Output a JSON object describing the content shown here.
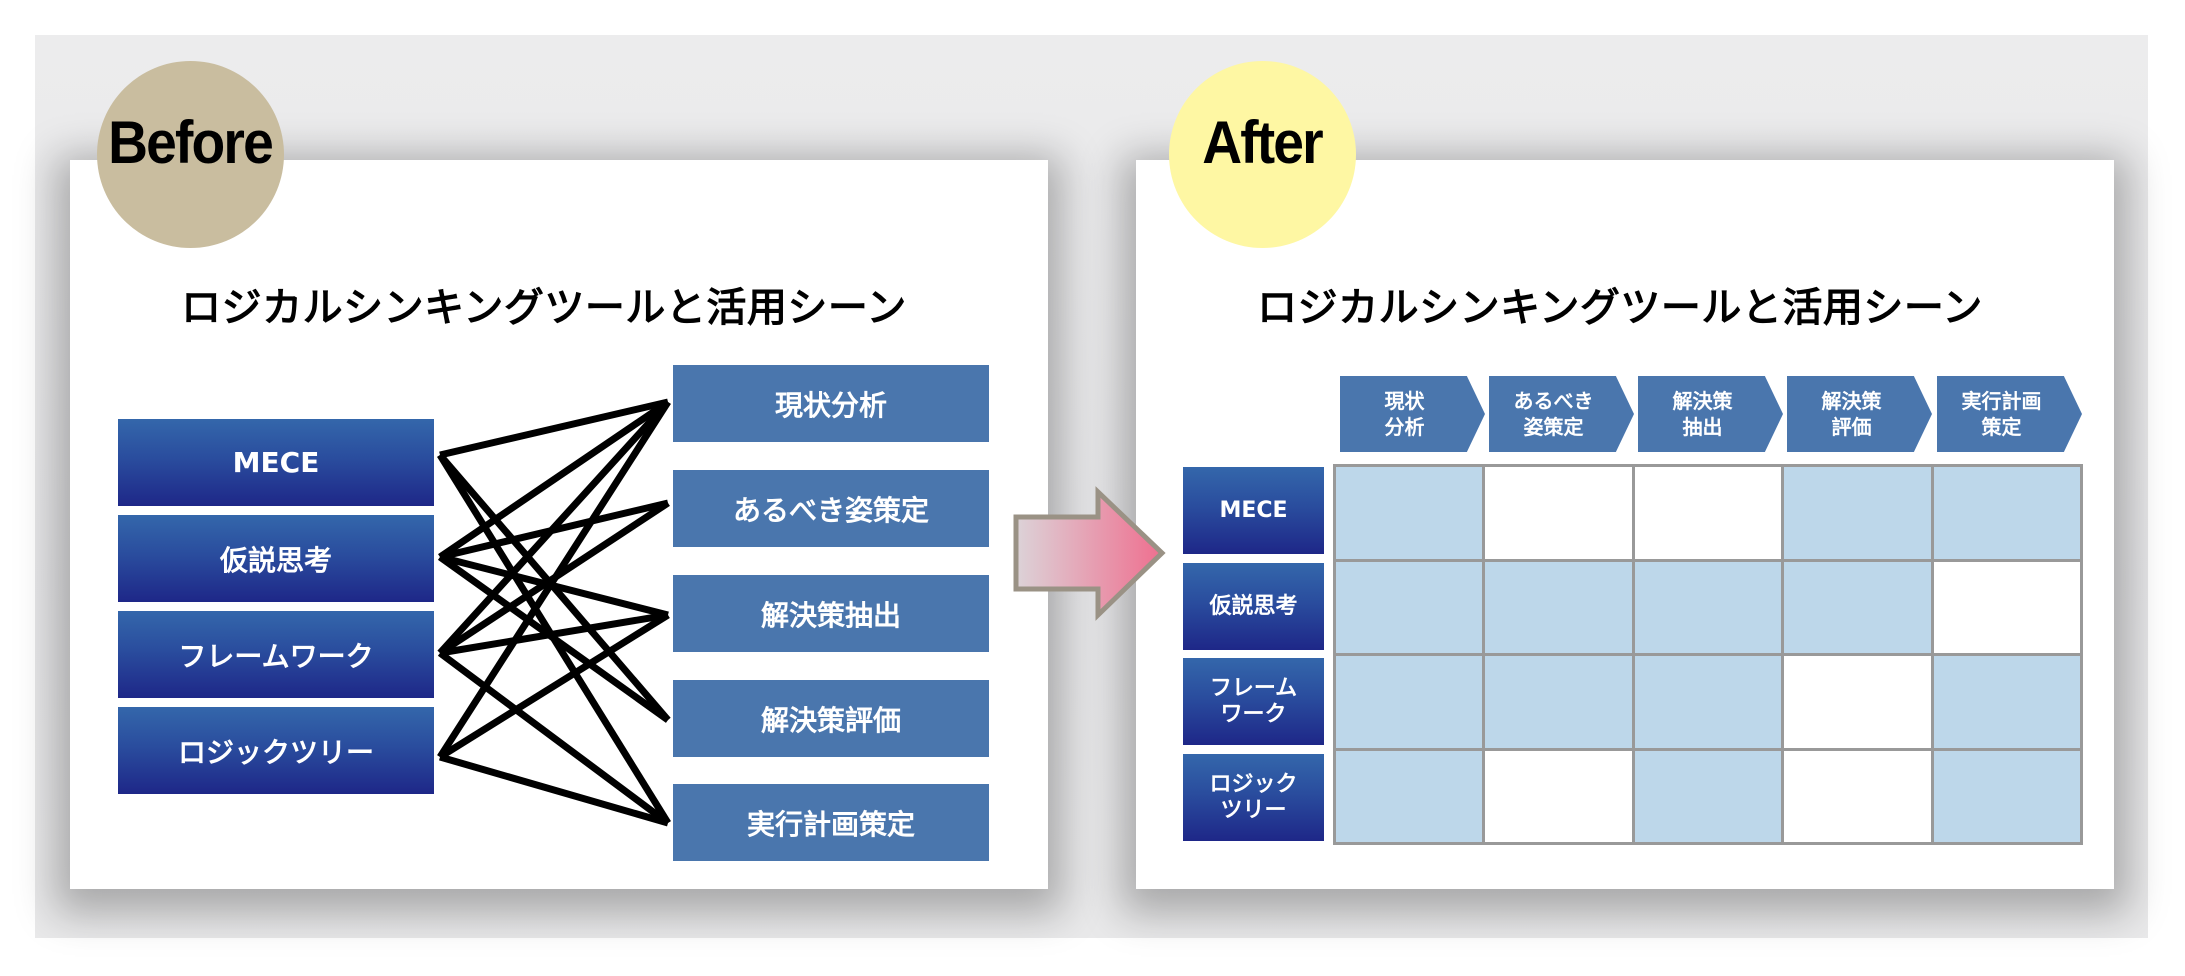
{
  "before": {
    "badge": "Before",
    "title": "ロジカルシンキングツールと活用シーン",
    "tools": [
      "MECE",
      "仮説思考",
      "フレームワーク",
      "ロジックツリー"
    ],
    "scenes": [
      "現状分析",
      "あるべき姿策定",
      "解決策抽出",
      "解決策評価",
      "実行計画策定"
    ]
  },
  "after": {
    "badge": "After",
    "title": "ロジカルシンキングツールと活用シーン",
    "columns": [
      "現状\n分析",
      "あるべき\n姿策定",
      "解決策\n抽出",
      "解決策\n評価",
      "実行計画\n策定"
    ],
    "rows": [
      "MECE",
      "仮説思考",
      "フレーム\nワーク",
      "ロジック\nツリー"
    ],
    "matrix": [
      [
        1,
        0,
        0,
        1,
        1
      ],
      [
        1,
        1,
        1,
        1,
        0
      ],
      [
        1,
        1,
        1,
        0,
        1
      ],
      [
        1,
        0,
        1,
        0,
        1
      ]
    ]
  },
  "colors": {
    "before_badge": "#c9bd9f",
    "after_badge": "#fef7a3",
    "tool_box_top": "#3467ab",
    "tool_box_bottom": "#1e2788",
    "scene_box": "#4a76ad",
    "cell_on": "#bdd7ea",
    "cell_off": "#ffffff",
    "arrow_start": "#dcd3d8",
    "arrow_end": "#ef6f8f"
  }
}
